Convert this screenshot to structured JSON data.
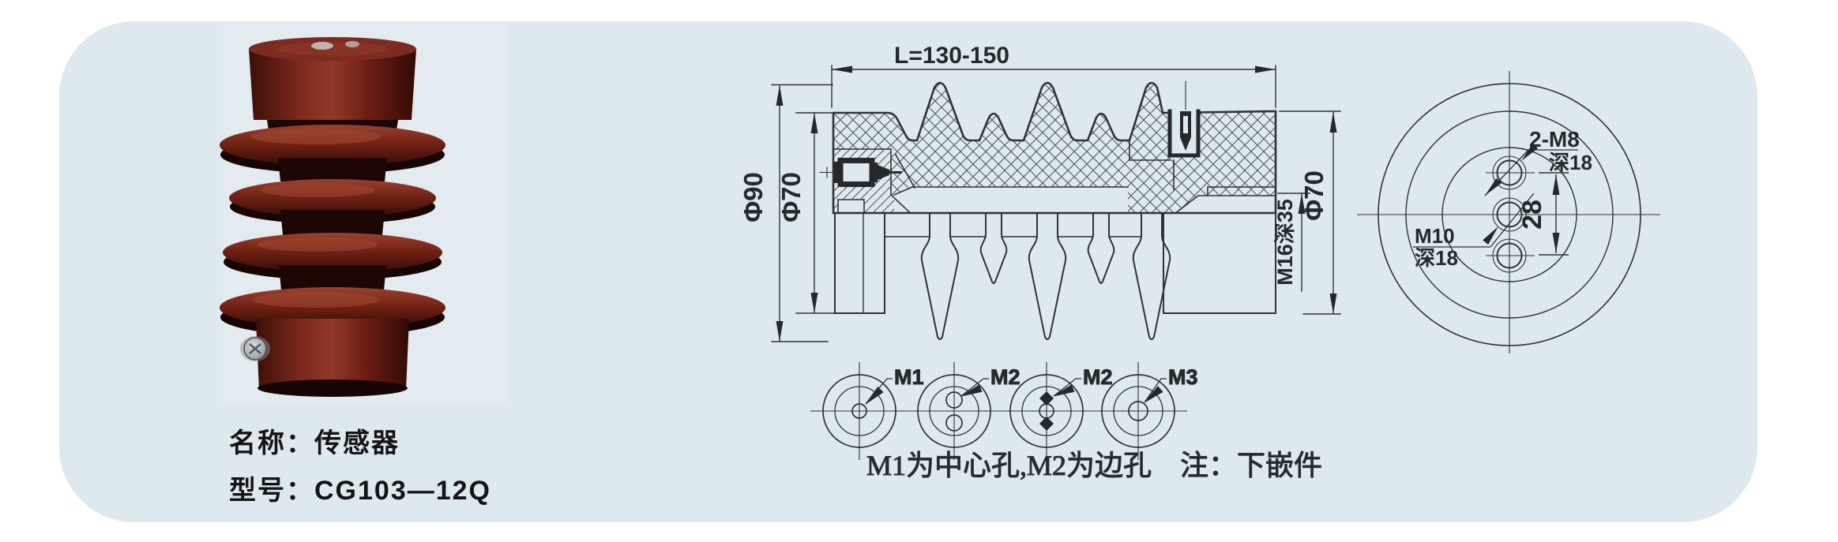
{
  "panel": {
    "bg": "#dde9ef",
    "outer_bg": "#ffffff",
    "line_color": "#2e3336",
    "text_color": "#141414"
  },
  "photo": {
    "name_label": "名称：传感器",
    "model_label": "型号：CG103—12Q",
    "body_color": "#6d2018",
    "highlight_color": "#9c4130",
    "shadow_color": "#1d0604"
  },
  "section_view": {
    "length": "L=130-150",
    "dia_outer": "Φ90",
    "dia_left": "Φ70",
    "dia_right": "Φ70",
    "thread": "M16深35"
  },
  "end_view": {
    "holes_label": "2-M8",
    "holes_depth": "深18",
    "center_label": "M10",
    "center_depth": "深18",
    "spacing": "28"
  },
  "hole_details": {
    "items": [
      {
        "label": "M1"
      },
      {
        "label": "M2"
      },
      {
        "label": "M2"
      },
      {
        "label": "M3"
      }
    ],
    "caption": "M1为中心孔,M2为边孔　注：下嵌件"
  }
}
